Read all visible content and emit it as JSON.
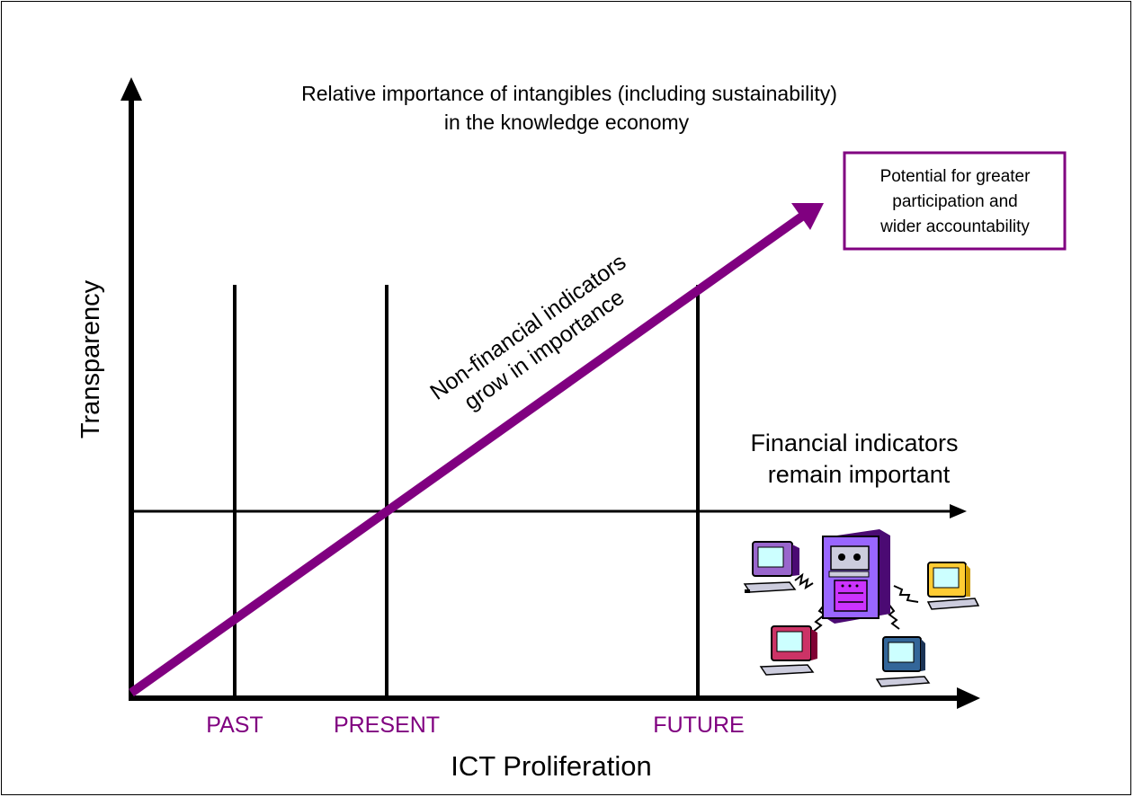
{
  "title_lines": [
    "Relative importance of intangibles (including sustainability)",
    "in the knowledge economy"
  ],
  "y_axis_label": "Transparency",
  "x_axis_label": "ICT Proliferation",
  "eras": [
    {
      "label": "PAST"
    },
    {
      "label": "PRESENT"
    },
    {
      "label": "FUTURE"
    }
  ],
  "rising_arrow_label_lines": [
    "Non-financial indicators",
    "grow in importance"
  ],
  "financial_label_lines": [
    "Financial indicators",
    "remain important"
  ],
  "callout_lines": [
    "Potential for greater",
    "participation and",
    "wider accountability"
  ],
  "network_illustration": "computer-network-clipart",
  "colors": {
    "accent_purple": "#800080",
    "axis": "#000000",
    "background": "#ffffff"
  }
}
